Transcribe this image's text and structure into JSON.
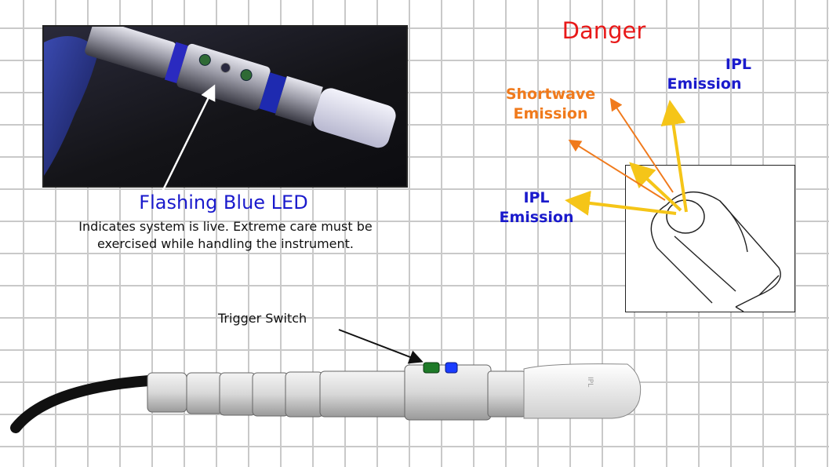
{
  "led_caption": {
    "title": "Flashing Blue LED",
    "line1": "Indicates system is live.  Extreme care must be",
    "line2": "exercised while handling the instrument."
  },
  "emission_diagram": {
    "danger": "Danger",
    "ipl_top": {
      "line1": "IPL",
      "line2": "Emission"
    },
    "shortwave": {
      "line1": "Shortwave",
      "line2": "Emission"
    },
    "ipl_left": {
      "line1": "IPL",
      "line2": "Emission"
    }
  },
  "instrument": {
    "trigger_label": "Trigger Switch"
  },
  "colors": {
    "led_blue": "#1a1acc",
    "danger_red": "#e81919",
    "shortwave_orange": "#f07a1c",
    "ipl_yellow": "#f5c518",
    "trigger_green": "#1e7a28",
    "indicator_blue": "#1a3cff"
  }
}
